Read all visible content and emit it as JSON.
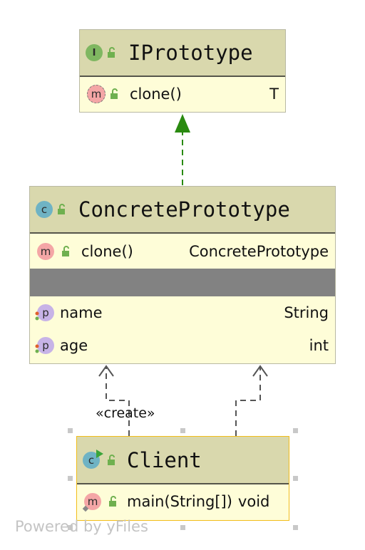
{
  "interface_node": {
    "stereotype_icon": "interface-icon",
    "title": "IPrototype",
    "methods": [
      {
        "icon": "method-icon",
        "name": "clone()",
        "type": "T"
      }
    ]
  },
  "concrete_node": {
    "stereotype_icon": "class-icon",
    "title": "ConcretePrototype",
    "methods": [
      {
        "icon": "method-icon",
        "name": "clone()",
        "type": "ConcretePrototype"
      }
    ],
    "properties": [
      {
        "icon": "property-icon",
        "name": "name",
        "type": "String"
      },
      {
        "icon": "property-icon",
        "name": "age",
        "type": "int"
      }
    ]
  },
  "client_node": {
    "stereotype_icon": "runnable-class-icon",
    "title": "Client",
    "methods": [
      {
        "icon": "method-icon",
        "name": "main(String[])",
        "type": "void"
      }
    ]
  },
  "edges": {
    "create_label": "«create»"
  },
  "watermark": "Powered by yFiles",
  "colors": {
    "realization_arrow": "#2a8a10",
    "dependency_line": "#555555",
    "header_fill": "#d9d8ad",
    "body_fill": "#fefdd8",
    "selection_border": "#f2bd19"
  }
}
